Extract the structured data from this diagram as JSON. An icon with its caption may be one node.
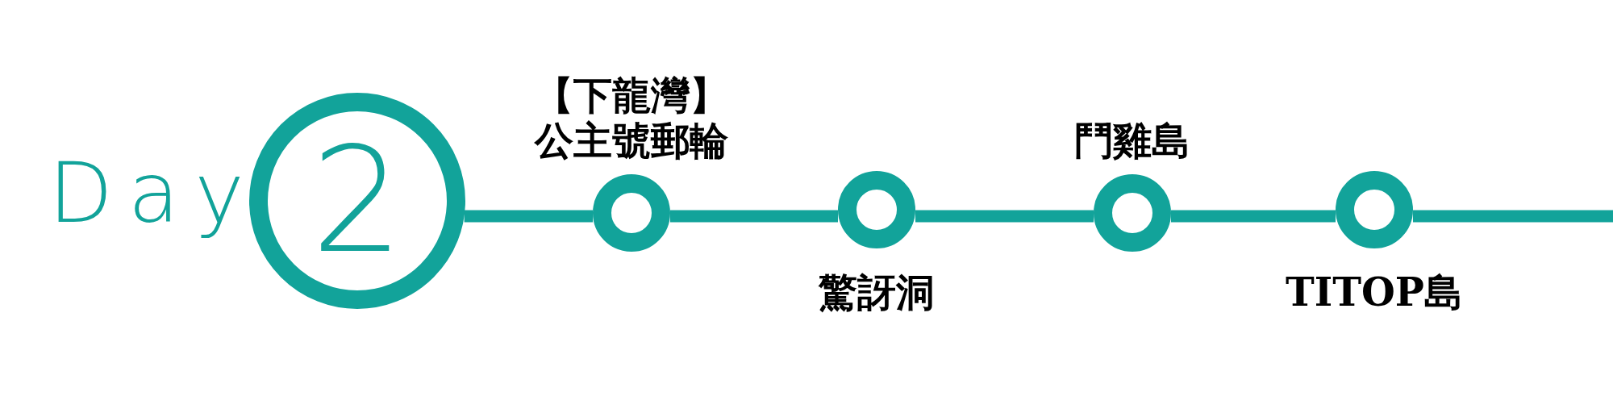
{
  "diagram": {
    "nodes": [
      {
        "text": [
          "Day",
          "2"
        ]
      },
      {
        "text": [
          "【下龍灣】",
          "公主號郵輪"
        ]
      },
      {
        "text": [
          "驚訝洞"
        ]
      },
      {
        "text": [
          "鬥雞島"
        ]
      },
      {
        "text": [
          "TITOP島"
        ]
      }
    ],
    "edges": [
      {
        "from": 0,
        "to": 1,
        "arrow": "none"
      },
      {
        "from": 1,
        "to": 2,
        "arrow": "none"
      },
      {
        "from": 2,
        "to": 3,
        "arrow": "none"
      },
      {
        "from": 3,
        "to": 4,
        "arrow": "none"
      },
      {
        "from": 4,
        "to": null,
        "arrow": "none"
      }
    ]
  }
}
